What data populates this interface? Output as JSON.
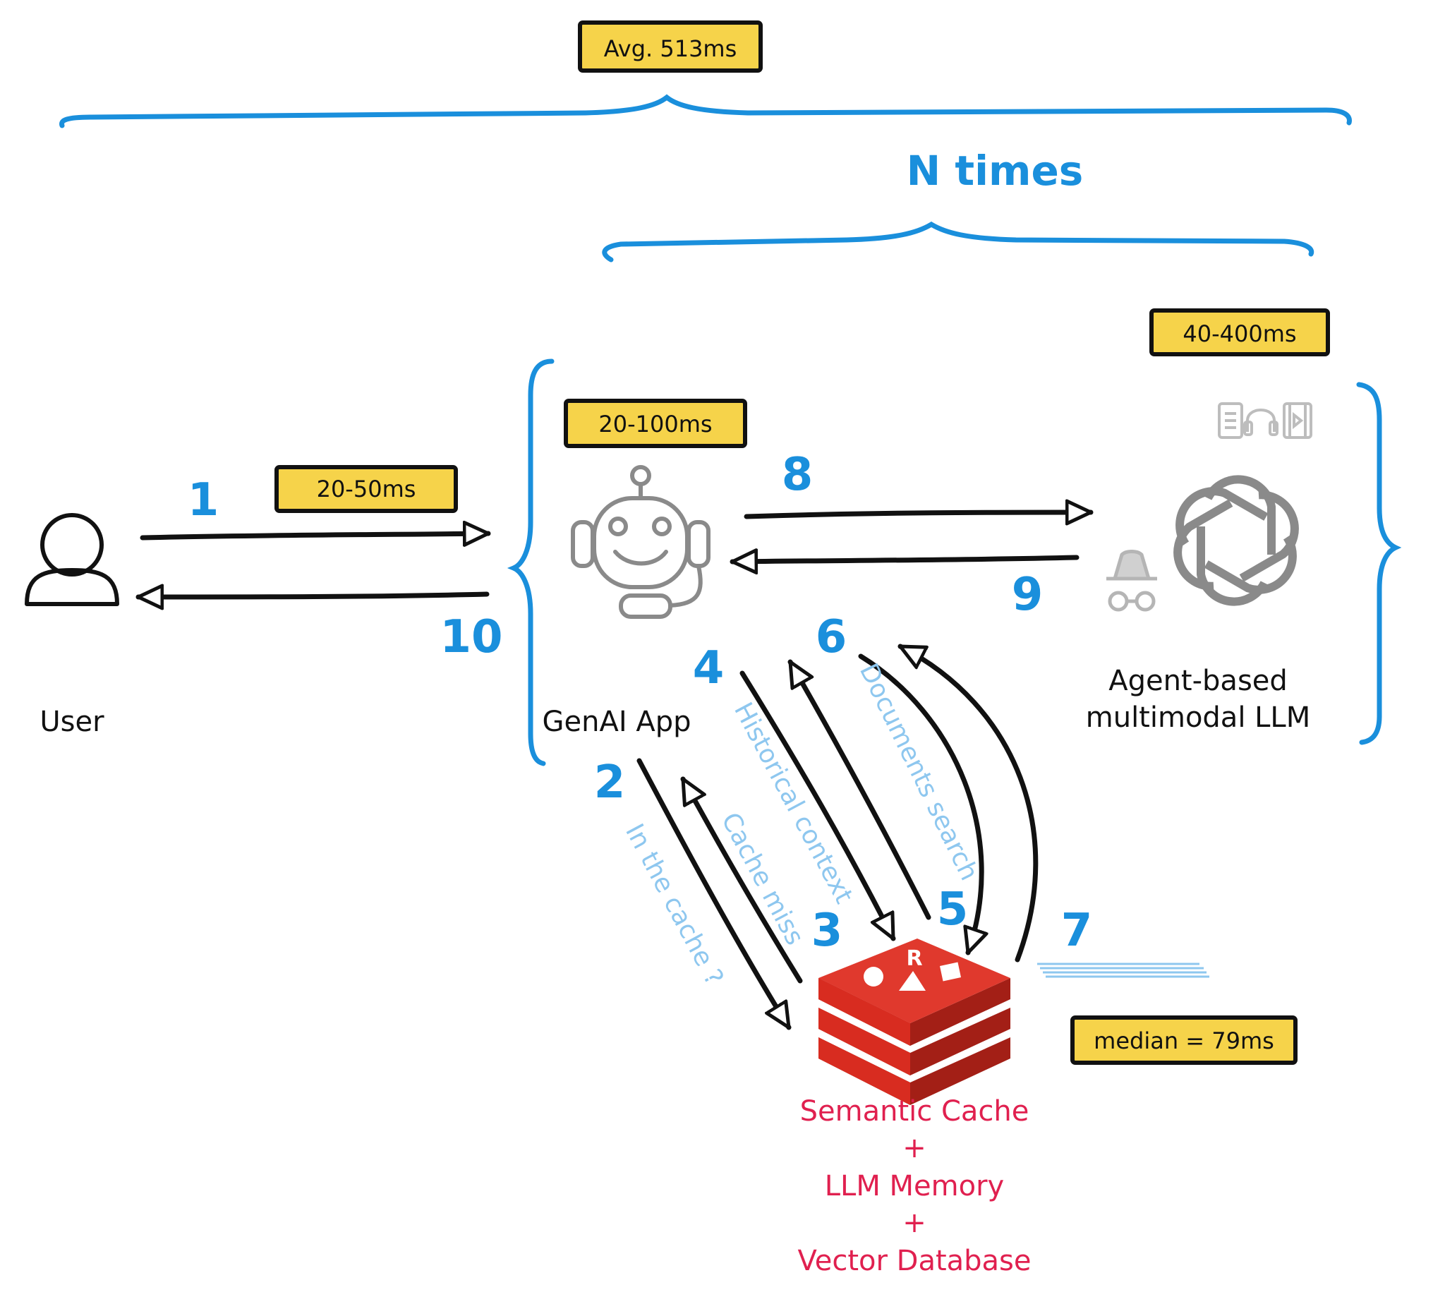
{
  "badges": {
    "avg": "Avg. 513ms",
    "llm": "40-400ms",
    "app": "20-100ms",
    "user": "20-50ms",
    "median": "median = 79ms"
  },
  "n_times": "N times",
  "nodes": {
    "user": "User",
    "app": "GenAI App",
    "llm_line1": "Agent-based",
    "llm_line2": "multimodal LLM"
  },
  "steps": {
    "s1": "1",
    "s2": "2",
    "s3": "3",
    "s4": "4",
    "s5": "5",
    "s6": "6",
    "s7": "7",
    "s8": "8",
    "s9": "9",
    "s10": "10"
  },
  "flows": {
    "in_cache": "In the cache ?",
    "cache_miss": "Cache miss",
    "historical": "Historical context",
    "documents": "Documents search"
  },
  "store": {
    "line1": "Semantic Cache",
    "plus1": "+",
    "line2": "LLM Memory",
    "plus2": "+",
    "line3": "Vector Database"
  },
  "colors": {
    "blue": "#1a8fdc",
    "light_blue": "#8ec7ef",
    "yellow": "#f6d34a",
    "red": "#e0204f",
    "redis_red": "#d82c20"
  },
  "icons": {
    "user": "user-icon",
    "app": "robot-icon",
    "llm": "openai-logo-icon",
    "media": "media-icons",
    "agent": "spy-agent-icon",
    "database": "redis-stack-icon"
  }
}
